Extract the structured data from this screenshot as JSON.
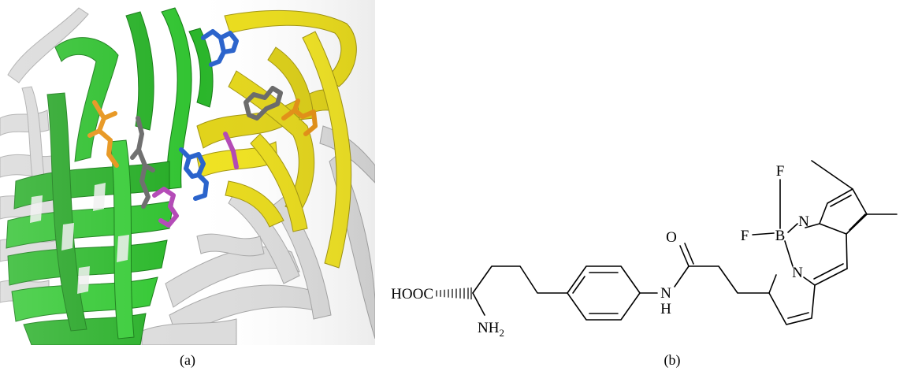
{
  "panel_a": {
    "caption": "(a)",
    "colors": {
      "green_ribbon": "#22b522",
      "yellow_ribbon": "#e8dc18",
      "white_ribbon": "#d6d6d6",
      "blue_residue": "#2a63cc",
      "gray_residue": "#6a6a6a",
      "orange_residue": "#e69216",
      "magenta_residue": "#b349b6"
    }
  },
  "panel_b": {
    "caption": "(b)",
    "atoms": {
      "acid": "HOOC",
      "amine": "NH",
      "amine_sub": "2",
      "carbonyl_o": "O",
      "amide_n": "N",
      "amide_h": "H",
      "boron": "B",
      "fluorine_1": "F",
      "fluorine_2": "F",
      "pyrrole_n_top": "N",
      "pyrrole_n_bottom": "N"
    }
  }
}
